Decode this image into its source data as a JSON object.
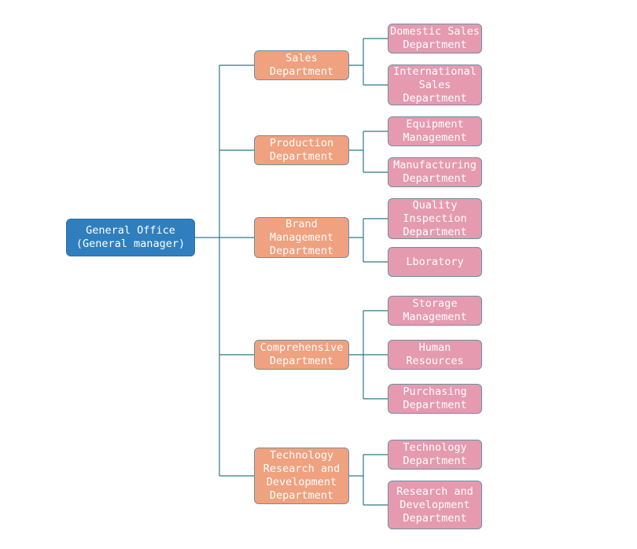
{
  "root": {
    "label": "General Office\n(General manager)"
  },
  "departments": [
    {
      "label": "Sales\nDepartment",
      "children": [
        "Domestic Sales\nDepartment",
        "International\nSales\nDepartment"
      ]
    },
    {
      "label": "Production\nDepartment",
      "children": [
        "Equipment\nManagement",
        "Manufacturing\nDepartment"
      ]
    },
    {
      "label": "Brand\nManagement\nDepartment",
      "children": [
        "Quality\nInspection\nDepartment",
        "Lboratory"
      ]
    },
    {
      "label": "Comprehensive\nDepartment",
      "children": [
        "Storage\nManagement",
        "Human\nResources",
        "Purchasing\nDepartment"
      ]
    },
    {
      "label": "Technology\nResearch and\nDevelopment\nDepartment",
      "children": [
        "Technology\nDepartment",
        "Research and\nDevelopment\nDepartment"
      ]
    }
  ],
  "colors": {
    "root_fill": "#2f7fbf",
    "department_fill": "#f0a17f",
    "sub_department_fill": "#e59ab0",
    "connector": "#2a7a86"
  }
}
